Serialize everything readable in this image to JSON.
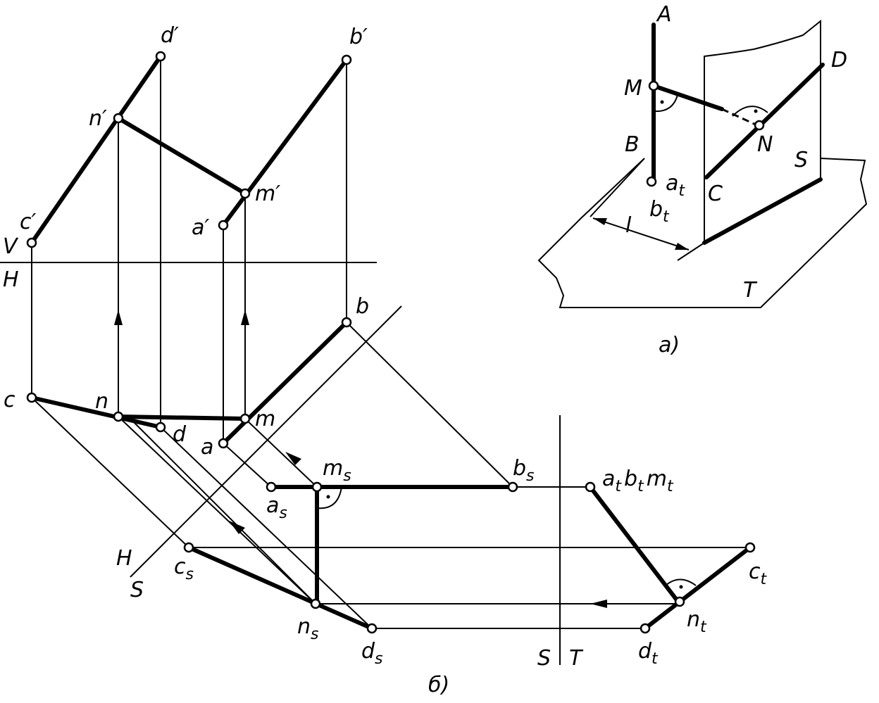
{
  "caption_a": "a)",
  "caption_b": "б)",
  "fig_a": {
    "A": "A",
    "D": "D",
    "M": "M",
    "N": "N",
    "B": "B",
    "S": "S",
    "C": "C",
    "at": "a",
    "at_sub": "t",
    "bt": "b",
    "bt_sub": "t",
    "l": "l",
    "T": "T"
  },
  "fig_b": {
    "d_prime": "d′",
    "b_prime": "b′",
    "n_prime": "n′",
    "m_prime": "m′",
    "a_prime": "a′",
    "c_prime": "c′",
    "V": "V",
    "H": "H",
    "b": "b",
    "c": "c",
    "n": "n",
    "d": "d",
    "m": "m",
    "a": "a",
    "ms": "m",
    "ms_sub": "s",
    "bs": "b",
    "bs_sub": "s",
    "as": "a",
    "as_sub": "s",
    "abm_t": "a",
    "abm_t_sub1": "t",
    "abm_t_b": "b",
    "abm_t_sub2": "t",
    "abm_t_m": "m",
    "abm_t_sub3": "t",
    "H2": "H",
    "S2": "S",
    "cs": "c",
    "cs_sub": "s",
    "ct": "c",
    "ct_sub": "t",
    "ns": "n",
    "ns_sub": "s",
    "ds": "d",
    "ds_sub": "s",
    "nt": "n",
    "nt_sub": "t",
    "dt": "d",
    "dt_sub": "t",
    "S3": "S",
    "T3": "T"
  }
}
